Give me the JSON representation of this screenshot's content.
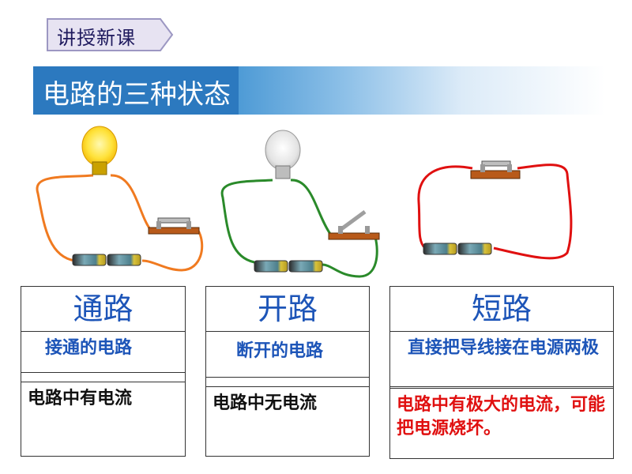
{
  "header": {
    "tag_label": "讲授新课",
    "banner_title": "电路的三种状态"
  },
  "columns": [
    {
      "title": "通路",
      "description": "接通的电路",
      "note": "电路中有电流"
    },
    {
      "title": "开路",
      "description": "断开的电路",
      "note": "电路中无电流"
    },
    {
      "title": "短路",
      "description": "直接把导线接在电源两极",
      "note": "电路中有极大的电流，可能把电源烧坏。"
    }
  ],
  "colors": {
    "wire_closed": "#f07a20",
    "wire_open": "#2a8a2a",
    "wire_short": "#e01010",
    "title_blue": "#1d55b8",
    "warning_red": "#e01010"
  }
}
